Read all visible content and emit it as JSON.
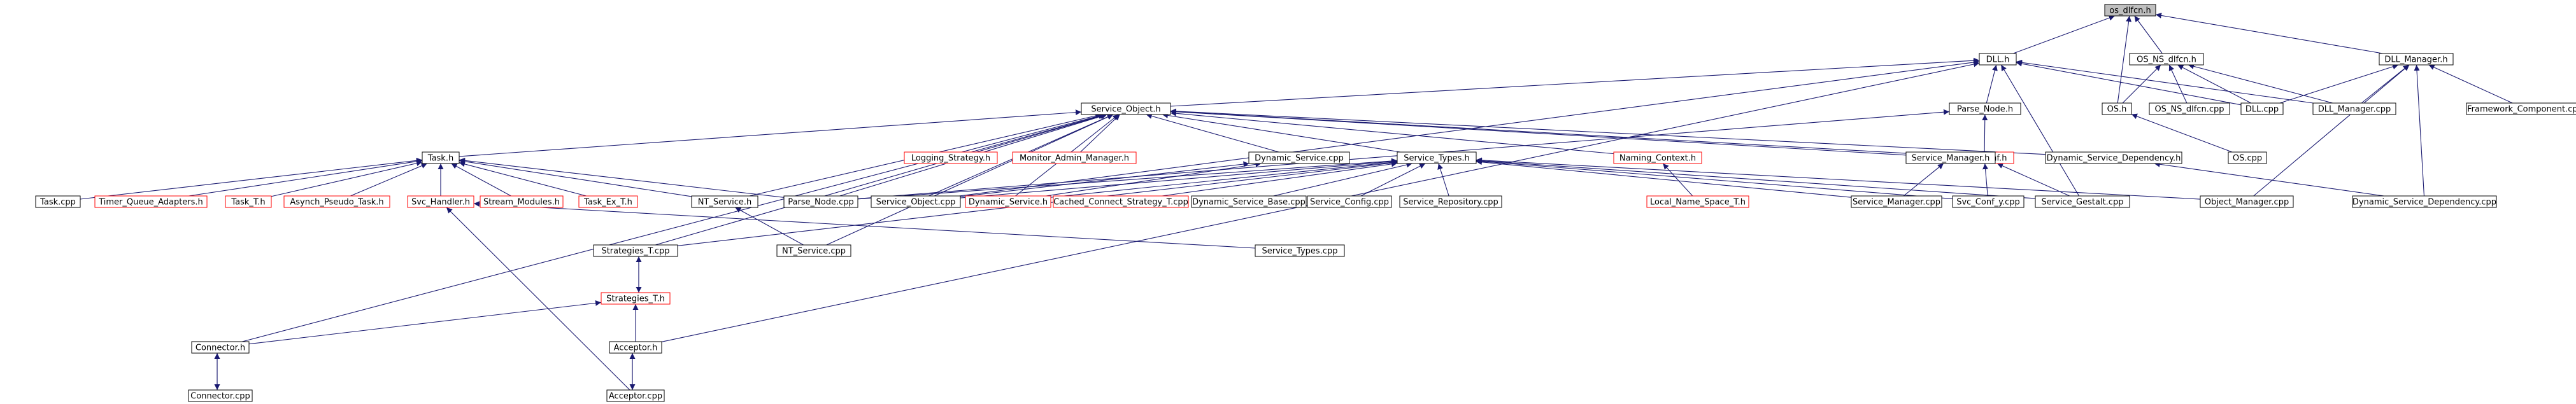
{
  "graph": {
    "nodes": [
      {
        "id": "os_dlfcn_h",
        "label": "os_dlfcn.h",
        "kind": "root"
      },
      {
        "id": "DLL_h",
        "label": "DLL.h",
        "kind": "doc"
      },
      {
        "id": "OS_NS_dlfcn_h",
        "label": "OS_NS_dlfcn.h",
        "kind": "doc"
      },
      {
        "id": "DLL_Manager_h",
        "label": "DLL_Manager.h",
        "kind": "doc"
      },
      {
        "id": "Service_Object_h",
        "label": "Service_Object.h",
        "kind": "doc"
      },
      {
        "id": "Parse_Node_h",
        "label": "Parse_Node.h",
        "kind": "doc"
      },
      {
        "id": "OS_h",
        "label": "OS.h",
        "kind": "doc"
      },
      {
        "id": "OS_NS_dlfcn_cpp",
        "label": "OS_NS_dlfcn.cpp",
        "kind": "doc"
      },
      {
        "id": "DLL_cpp",
        "label": "DLL.cpp",
        "kind": "doc"
      },
      {
        "id": "DLL_Manager_cpp",
        "label": "DLL_Manager.cpp",
        "kind": "doc"
      },
      {
        "id": "Framework_Component_cpp",
        "label": "Framework_Component.cpp",
        "kind": "doc"
      },
      {
        "id": "OS_cpp",
        "label": "OS.cpp",
        "kind": "doc"
      },
      {
        "id": "Task_h",
        "label": "Task.h",
        "kind": "doc"
      },
      {
        "id": "Logging_Strategy_h",
        "label": "Logging_Strategy.h",
        "kind": "red"
      },
      {
        "id": "Monitor_Admin_Manager_h",
        "label": "Monitor_Admin_Manager.h",
        "kind": "red"
      },
      {
        "id": "Dynamic_Service_cpp",
        "label": "Dynamic_Service.cpp",
        "kind": "doc"
      },
      {
        "id": "Service_Types_h",
        "label": "Service_Types.h",
        "kind": "doc"
      },
      {
        "id": "Naming_Context_h",
        "label": "Naming_Context.h",
        "kind": "red"
      },
      {
        "id": "Svc_Conf_h",
        "label": "Svc_Conf.h",
        "kind": "red"
      },
      {
        "id": "Service_Manager_h",
        "label": "Service_Manager.h",
        "kind": "doc"
      },
      {
        "id": "Dynamic_Service_Dependency_h",
        "label": "Dynamic_Service_Dependency.h",
        "kind": "doc"
      },
      {
        "id": "Task_cpp",
        "label": "Task.cpp",
        "kind": "doc"
      },
      {
        "id": "Timer_Queue_Adapters_h",
        "label": "Timer_Queue_Adapters.h",
        "kind": "red"
      },
      {
        "id": "Task_T_h",
        "label": "Task_T.h",
        "kind": "red"
      },
      {
        "id": "Asynch_Pseudo_Task_h",
        "label": "Asynch_Pseudo_Task.h",
        "kind": "red"
      },
      {
        "id": "Svc_Handler_h",
        "label": "Svc_Handler.h",
        "kind": "red"
      },
      {
        "id": "Stream_Modules_h",
        "label": "Stream_Modules.h",
        "kind": "red"
      },
      {
        "id": "Task_Ex_T_h",
        "label": "Task_Ex_T.h",
        "kind": "red"
      },
      {
        "id": "NT_Service_h",
        "label": "NT_Service.h",
        "kind": "doc"
      },
      {
        "id": "Parse_Node_cpp",
        "label": "Parse_Node.cpp",
        "kind": "doc"
      },
      {
        "id": "Service_Object_cpp",
        "label": "Service_Object.cpp",
        "kind": "doc"
      },
      {
        "id": "Dynamic_Service_h",
        "label": "Dynamic_Service.h",
        "kind": "red"
      },
      {
        "id": "Cached_Connect_Strategy_T_cpp",
        "label": "Cached_Connect_Strategy_T.cpp",
        "kind": "red"
      },
      {
        "id": "Dynamic_Service_Base_cpp",
        "label": "Dynamic_Service_Base.cpp",
        "kind": "doc"
      },
      {
        "id": "Service_Config_cpp",
        "label": "Service_Config.cpp",
        "kind": "doc"
      },
      {
        "id": "Service_Repository_cpp",
        "label": "Service_Repository.cpp",
        "kind": "doc"
      },
      {
        "id": "Local_Name_Space_T_h",
        "label": "Local_Name_Space_T.h",
        "kind": "red"
      },
      {
        "id": "Service_Manager_cpp",
        "label": "Service_Manager.cpp",
        "kind": "doc"
      },
      {
        "id": "Svc_Conf_y_cpp",
        "label": "Svc_Conf_y.cpp",
        "kind": "doc"
      },
      {
        "id": "Service_Gestalt_cpp",
        "label": "Service_Gestalt.cpp",
        "kind": "doc"
      },
      {
        "id": "Object_Manager_cpp",
        "label": "Object_Manager.cpp",
        "kind": "doc"
      },
      {
        "id": "Dynamic_Service_Dependency_cpp",
        "label": "Dynamic_Service_Dependency.cpp",
        "kind": "doc"
      },
      {
        "id": "Strategies_T_cpp",
        "label": "Strategies_T.cpp",
        "kind": "doc"
      },
      {
        "id": "NT_Service_cpp",
        "label": "NT_Service.cpp",
        "kind": "doc"
      },
      {
        "id": "Service_Types_cpp",
        "label": "Service_Types.cpp",
        "kind": "doc"
      },
      {
        "id": "Strategies_T_h",
        "label": "Strategies_T.h",
        "kind": "red"
      },
      {
        "id": "Connector_h",
        "label": "Connector.h",
        "kind": "doc"
      },
      {
        "id": "Acceptor_h",
        "label": "Acceptor.h",
        "kind": "doc"
      },
      {
        "id": "Connector_cpp",
        "label": "Connector.cpp",
        "kind": "doc"
      },
      {
        "id": "Acceptor_cpp",
        "label": "Acceptor.cpp",
        "kind": "doc"
      }
    ],
    "edges": [
      [
        "DLL_h",
        "os_dlfcn_h"
      ],
      [
        "OS_NS_dlfcn_h",
        "os_dlfcn_h"
      ],
      [
        "DLL_Manager_h",
        "os_dlfcn_h"
      ],
      [
        "OS_h",
        "os_dlfcn_h"
      ],
      [
        "Service_Object_h",
        "DLL_h"
      ],
      [
        "Parse_Node_h",
        "DLL_h"
      ],
      [
        "DLL_cpp",
        "DLL_h"
      ],
      [
        "DLL_Manager_cpp",
        "DLL_h"
      ],
      [
        "Service_Gestalt_cpp",
        "DLL_h"
      ],
      [
        "Service_Object_cpp",
        "DLL_h"
      ],
      [
        "Acceptor_h",
        "DLL_h"
      ],
      [
        "OS_h",
        "OS_NS_dlfcn_h"
      ],
      [
        "OS_NS_dlfcn_cpp",
        "OS_NS_dlfcn_h"
      ],
      [
        "DLL_cpp",
        "OS_NS_dlfcn_h"
      ],
      [
        "DLL_Manager_cpp",
        "OS_NS_dlfcn_h"
      ],
      [
        "DLL_cpp",
        "DLL_Manager_h"
      ],
      [
        "DLL_Manager_cpp",
        "DLL_Manager_h"
      ],
      [
        "Framework_Component_cpp",
        "DLL_Manager_h"
      ],
      [
        "Object_Manager_cpp",
        "DLL_Manager_h"
      ],
      [
        "Dynamic_Service_Dependency_cpp",
        "DLL_Manager_h"
      ],
      [
        "OS_cpp",
        "OS_h"
      ],
      [
        "Task_h",
        "Service_Object_h"
      ],
      [
        "Logging_Strategy_h",
        "Service_Object_h"
      ],
      [
        "Monitor_Admin_Manager_h",
        "Service_Object_h"
      ],
      [
        "Dynamic_Service_cpp",
        "Service_Object_h"
      ],
      [
        "Service_Types_h",
        "Service_Object_h"
      ],
      [
        "Naming_Context_h",
        "Service_Object_h"
      ],
      [
        "Svc_Conf_h",
        "Service_Object_h"
      ],
      [
        "Service_Manager_h",
        "Service_Object_h"
      ],
      [
        "Dynamic_Service_Dependency_h",
        "Service_Object_h"
      ],
      [
        "NT_Service_h",
        "Service_Object_h"
      ],
      [
        "Parse_Node_cpp",
        "Service_Object_h"
      ],
      [
        "Service_Object_cpp",
        "Service_Object_h"
      ],
      [
        "Dynamic_Service_h",
        "Service_Object_h"
      ],
      [
        "Strategies_T_cpp",
        "Service_Object_h"
      ],
      [
        "NT_Service_cpp",
        "Service_Object_h"
      ],
      [
        "Connector_h",
        "Service_Object_h"
      ],
      [
        "Svc_Conf_h",
        "Parse_Node_h"
      ],
      [
        "Parse_Node_cpp",
        "Parse_Node_h"
      ],
      [
        "Task_cpp",
        "Task_h"
      ],
      [
        "Timer_Queue_Adapters_h",
        "Task_h"
      ],
      [
        "Task_T_h",
        "Task_h"
      ],
      [
        "Asynch_Pseudo_Task_h",
        "Task_h"
      ],
      [
        "Svc_Handler_h",
        "Task_h"
      ],
      [
        "Stream_Modules_h",
        "Task_h"
      ],
      [
        "Task_Ex_T_h",
        "Task_h"
      ],
      [
        "NT_Service_h",
        "Task_h"
      ],
      [
        "Parse_Node_cpp",
        "Task_h"
      ],
      [
        "Dynamic_Service_h",
        "Dynamic_Service_cpp"
      ],
      [
        "Service_Object_cpp",
        "Dynamic_Service_cpp"
      ],
      [
        "Service_Object_cpp",
        "Service_Types_h"
      ],
      [
        "Dynamic_Service_h",
        "Service_Types_h"
      ],
      [
        "Cached_Connect_Strategy_T_cpp",
        "Service_Types_h"
      ],
      [
        "Dynamic_Service_Base_cpp",
        "Service_Types_h"
      ],
      [
        "Service_Config_cpp",
        "Service_Types_h"
      ],
      [
        "Service_Repository_cpp",
        "Service_Types_h"
      ],
      [
        "Service_Manager_cpp",
        "Service_Types_h"
      ],
      [
        "Svc_Conf_y_cpp",
        "Service_Types_h"
      ],
      [
        "Service_Gestalt_cpp",
        "Service_Types_h"
      ],
      [
        "Object_Manager_cpp",
        "Service_Types_h"
      ],
      [
        "Parse_Node_cpp",
        "Service_Types_h"
      ],
      [
        "Strategies_T_cpp",
        "Service_Types_h"
      ],
      [
        "Local_Name_Space_T_h",
        "Naming_Context_h"
      ],
      [
        "Svc_Conf_y_cpp",
        "Svc_Conf_h"
      ],
      [
        "Service_Gestalt_cpp",
        "Svc_Conf_h"
      ],
      [
        "Service_Manager_cpp",
        "Service_Manager_h"
      ],
      [
        "Dynamic_Service_Dependency_cpp",
        "Dynamic_Service_Dependency_h"
      ],
      [
        "Service_Types_cpp",
        "Svc_Handler_h"
      ],
      [
        "Acceptor_cpp",
        "Svc_Handler_h"
      ],
      [
        "NT_Service_cpp",
        "NT_Service_h"
      ],
      [
        "Strategies_T_cpp",
        "Strategies_T_h"
      ],
      [
        "Strategies_T_h",
        "Strategies_T_cpp"
      ],
      [
        "Connector_h",
        "Strategies_T_h"
      ],
      [
        "Acceptor_h",
        "Strategies_T_h"
      ],
      [
        "Connector_cpp",
        "Connector_h"
      ],
      [
        "Connector_h",
        "Connector_cpp"
      ],
      [
        "Acceptor_cpp",
        "Acceptor_h"
      ],
      [
        "Acceptor_h",
        "Acceptor_cpp"
      ]
    ]
  }
}
